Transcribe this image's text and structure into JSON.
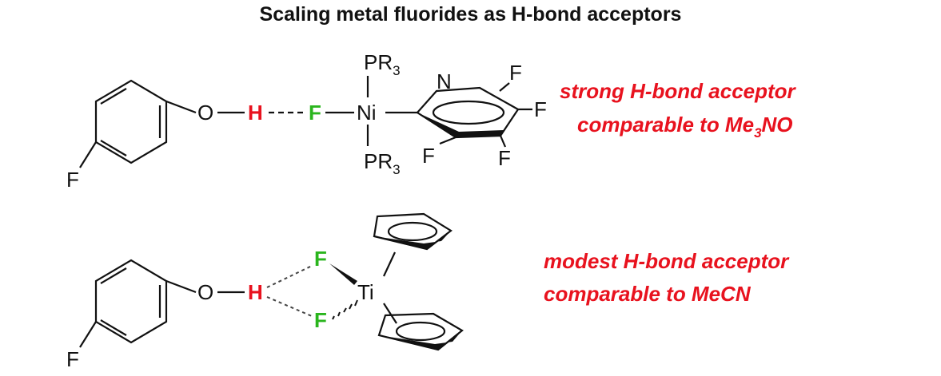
{
  "title": "Scaling metal fluorides as H-bond acceptors",
  "top_complex": {
    "phenol_para_f": "F",
    "oxygen": "O",
    "hydrogen": "H",
    "fluoride": "F",
    "metal": "Ni",
    "ligand_top": "PR",
    "ligand_top_sub": "3",
    "ligand_bottom": "PR",
    "ligand_bottom_sub": "3",
    "ring_n": "N",
    "ring_f1": "F",
    "ring_f2": "F",
    "ring_f3": "F",
    "ring_f4": "F",
    "note_line1": "strong H-bond acceptor",
    "note_line2_prefix": "comparable to Me",
    "note_line2_sub": "3",
    "note_line2_suffix": "NO",
    "colors": {
      "hydrogen": "#e8121e",
      "fluoride": "#2ab51d",
      "note": "#e8121e"
    }
  },
  "bottom_complex": {
    "phenol_para_f": "F",
    "oxygen": "O",
    "hydrogen": "H",
    "fluoride_top": "F",
    "fluoride_bottom": "F",
    "metal": "Ti",
    "note_line1": "modest H-bond acceptor",
    "note_line2": "comparable to MeCN",
    "colors": {
      "hydrogen": "#e8121e",
      "fluoride": "#2ab51d",
      "note": "#e8121e"
    }
  }
}
